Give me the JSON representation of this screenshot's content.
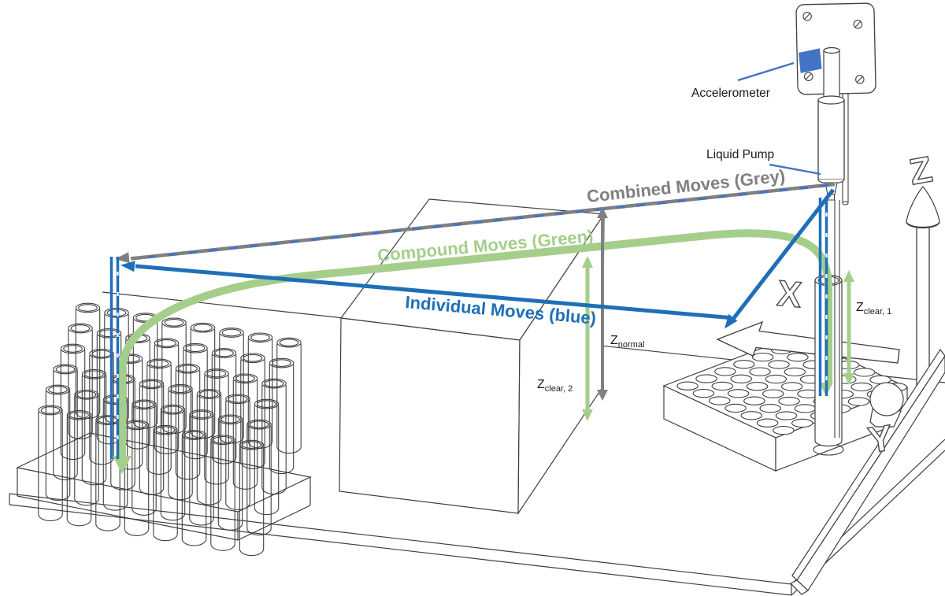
{
  "diagram": {
    "callouts": {
      "accelerometer": "Accelerometer",
      "liquid_pump": "Liquid Pump"
    },
    "move_paths": {
      "combined": {
        "label": "Combined Moves (Grey)",
        "color": "#808080"
      },
      "compound": {
        "label": "Compound Moves (Green)",
        "color": "#A5CE8B"
      },
      "individual": {
        "label": "Individual Moves (blue)",
        "color": "#1F6FB8"
      }
    },
    "dimensions": {
      "z_normal": {
        "base": "Z",
        "sub": "normal"
      },
      "z_clear_1": {
        "base": "Z",
        "sub": "clear, 1"
      },
      "z_clear_2": {
        "base": "Z",
        "sub": "clear, 2"
      }
    },
    "axes": {
      "x": "X",
      "y": "Y",
      "z": "Z"
    },
    "equipment": {
      "tube_rack": {
        "rows": 6,
        "cols": 8
      },
      "well_plate": {
        "rows": 7,
        "cols": 7
      }
    },
    "colors": {
      "accent_blue": "#4472C4",
      "line_blue": "#1F6FB8",
      "line_grey": "#808080",
      "line_green": "#A5CE8B",
      "outline": "#3F3F3F"
    }
  }
}
